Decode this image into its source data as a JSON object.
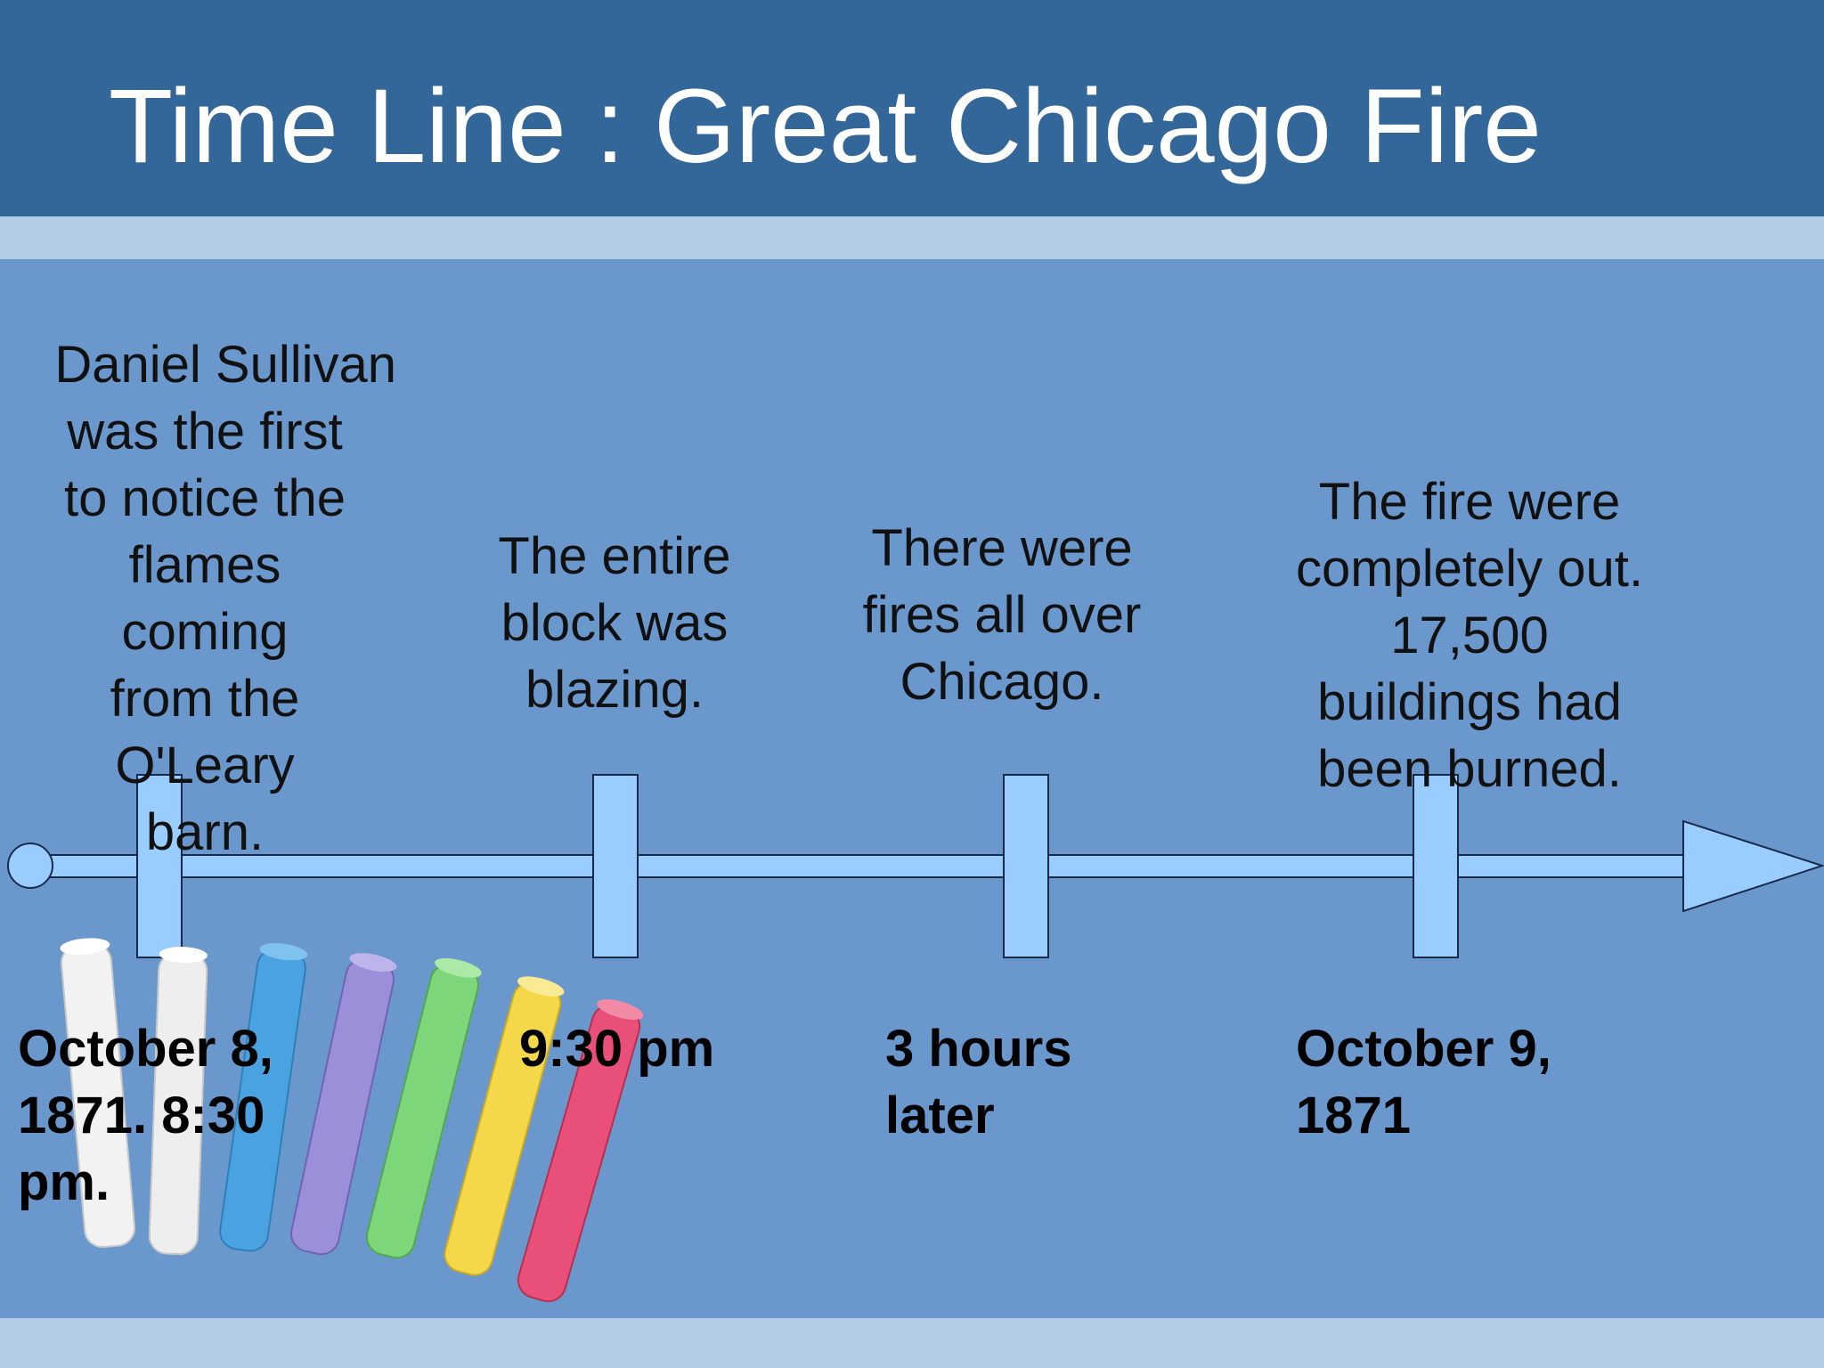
{
  "slide": {
    "title": "Time Line : Great Chicago Fire"
  },
  "colors": {
    "header": "#336699",
    "stripe": "#b3cde6",
    "background": "#6a98cd",
    "timeline_fill": "#99ccff",
    "timeline_stroke": "#1a2a4a"
  },
  "timeline": {
    "events": [
      {
        "description": "Daniel Sullivan was the first to notice the flames coming from the O'Leary barn.",
        "description_lines": [
          "Daniel Sullivan",
          "was the first",
          "to notice the",
          "flames",
          "coming",
          "from the",
          "O'Leary",
          "barn."
        ],
        "when_lines": [
          "October 8,",
          "1871. 8:30",
          "pm."
        ]
      },
      {
        "description": "The entire block was blazing.",
        "description_lines": [
          "The entire",
          "block was",
          "blazing."
        ],
        "when_lines": [
          "9:30 pm"
        ]
      },
      {
        "description": "There were fires all over Chicago.",
        "description_lines": [
          "There were",
          "fires all over",
          "Chicago."
        ],
        "when_lines": [
          "3 hours",
          "later"
        ]
      },
      {
        "description": "The fire were completely out. 17,500 buildings had been burned.",
        "description_lines": [
          "The fire were",
          "completely out.",
          "17,500",
          "buildings had",
          "been burned."
        ],
        "when_lines": [
          "October 9,",
          "1871"
        ]
      }
    ]
  },
  "decoration": {
    "chalk_colors": [
      "#f2f2f2",
      "#f0f0f0",
      "#4aa3e0",
      "#9b8fd9",
      "#7ed67a",
      "#f5d84a",
      "#e8507a"
    ]
  }
}
